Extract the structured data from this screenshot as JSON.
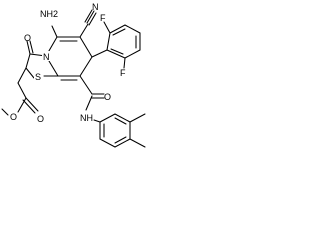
{
  "structure": {
    "atom_labels": {
      "nh2": "NH2",
      "nitrile_n": "N",
      "ring_n": "N",
      "ring_s": "S",
      "ketone_o": "O",
      "f_upper": "F",
      "f_lower": "F",
      "ester_o_carbonyl": "O",
      "ester_o_methoxy": "O",
      "amide_o": "O",
      "amide_nh": "NH"
    }
  }
}
